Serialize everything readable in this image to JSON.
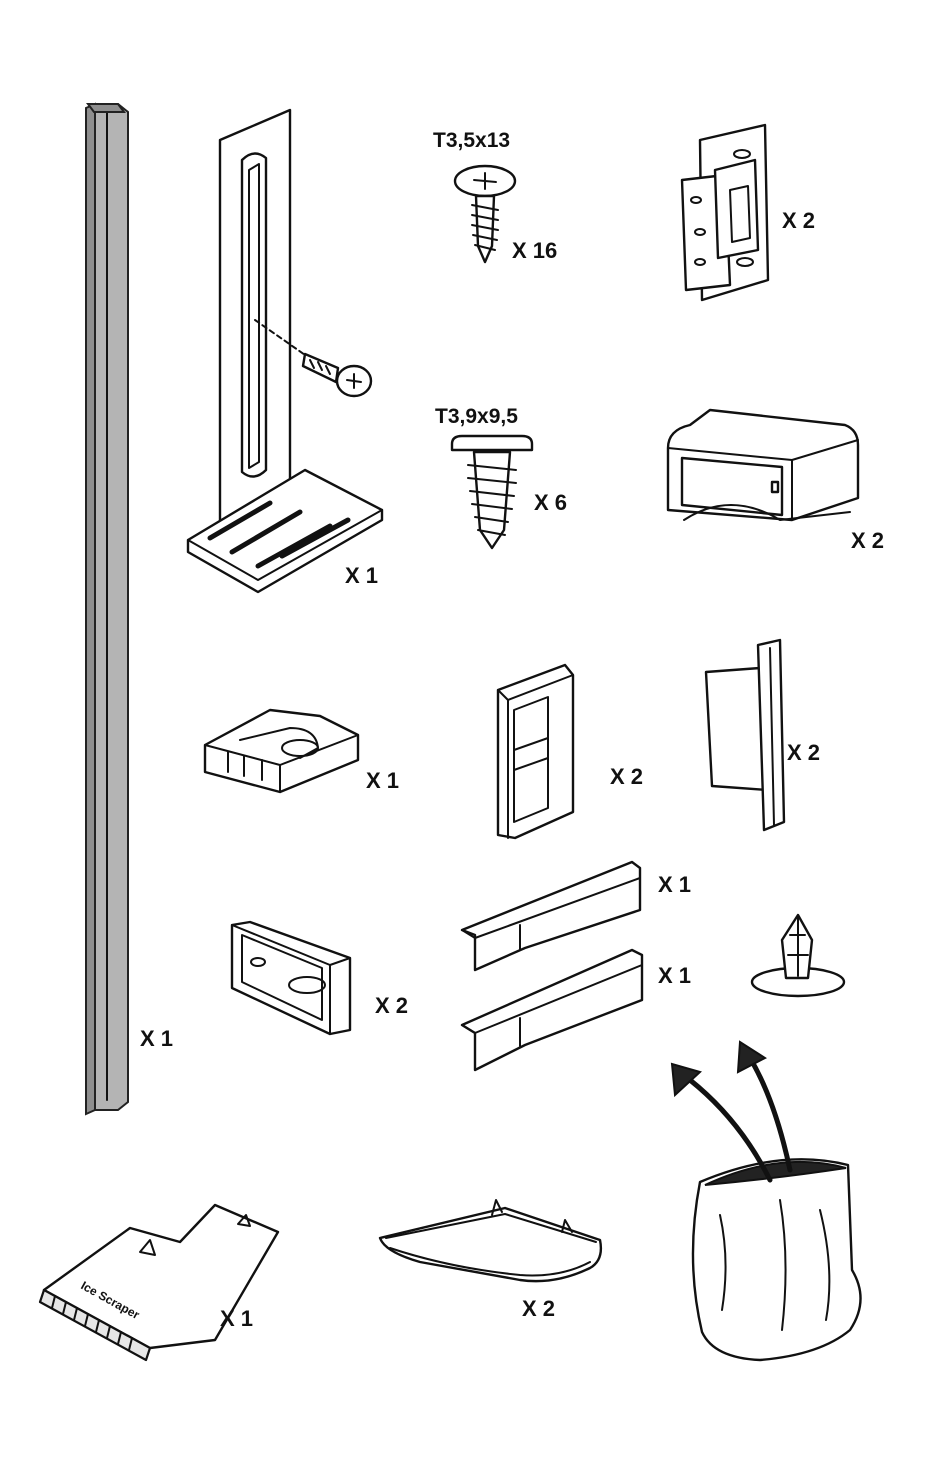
{
  "screws": {
    "spec_1": "T3,5x13",
    "spec_2": "T3,9x9,5"
  },
  "quantities": {
    "rail": "X 1",
    "bracket": "X 1",
    "screw_1": "X 16",
    "screw_2": "X 6",
    "hinge_plate": "X 2",
    "end_cap": "X 2",
    "clip": "X 1",
    "frame_clip": "X 2",
    "cover_clip": "X 2",
    "strip_1": "X 1",
    "strip_2": "X 1",
    "pad": "X 2",
    "ice_scraper": "X 1",
    "tray": "X 2"
  },
  "scraper_text": "Ice Scraper"
}
